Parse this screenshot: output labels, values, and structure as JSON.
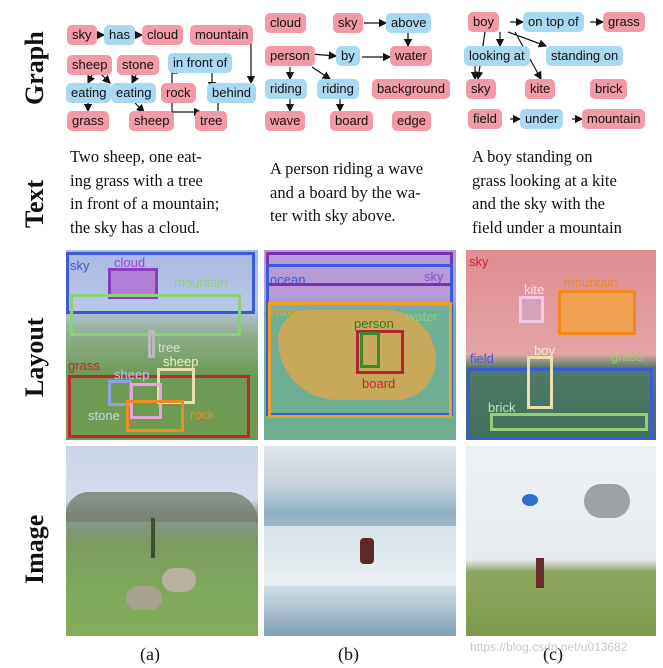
{
  "row_labels": {
    "graph": "Graph",
    "text": "Text",
    "layout": "Layout",
    "image": "Image"
  },
  "graphs": {
    "a": {
      "sky": "sky",
      "has": "has",
      "cloud": "cloud",
      "mountain": "mountain",
      "sheep1": "sheep",
      "stone": "stone",
      "infront": "in front of",
      "eating1": "eating",
      "eating2": "eating",
      "rock": "rock",
      "behind": "behind",
      "grass": "grass",
      "sheep2": "sheep",
      "tree": "tree"
    },
    "b": {
      "cloud": "cloud",
      "sky": "sky",
      "above": "above",
      "person": "person",
      "by": "by",
      "water": "water",
      "riding1": "riding",
      "riding2": "riding",
      "background": "background",
      "wave": "wave",
      "board": "board",
      "edge": "edge"
    },
    "c": {
      "boy": "boy",
      "ontopof": "on top of",
      "grass": "grass",
      "lookingat": "looking at",
      "standingon": "standing on",
      "sky": "sky",
      "kite": "kite",
      "brick": "brick",
      "field": "field",
      "under": "under",
      "mountain": "mountain"
    }
  },
  "texts": {
    "a": [
      "Two sheep, one eat-",
      "ing grass with a tree",
      "in front of a mountain;",
      "the sky has a cloud."
    ],
    "b": [
      "A person riding a wave",
      "and a board by the wa-",
      "ter with sky above."
    ],
    "c": [
      "A boy standing on",
      "grass looking at a kite",
      "and the sky with the",
      "field under a mountain"
    ]
  },
  "layouts": {
    "a": {
      "sky": "sky",
      "cloud": "cloud",
      "mountain": "mountain",
      "tree": "tree",
      "sheep1": "sheep",
      "sheep2": "sheep",
      "grass": "grass",
      "stone": "stone",
      "rock": "rock"
    },
    "b": {
      "ocean": "ocean",
      "sky": "sky",
      "wave": "wave",
      "person": "person",
      "water": "water",
      "board": "board"
    },
    "c": {
      "sky": "sky",
      "kite": "kite",
      "mountain": "mountain",
      "boy": "boy",
      "field": "field",
      "grass": "grass",
      "brick": "brick"
    }
  },
  "subcaptions": {
    "a": "(a)",
    "b": "(b)",
    "c": "(c)"
  },
  "watermark": "https://blog.csdn.net/u013682",
  "colors": {
    "object_node": "#f29aa6",
    "relation_node": "#a9d8f2"
  }
}
